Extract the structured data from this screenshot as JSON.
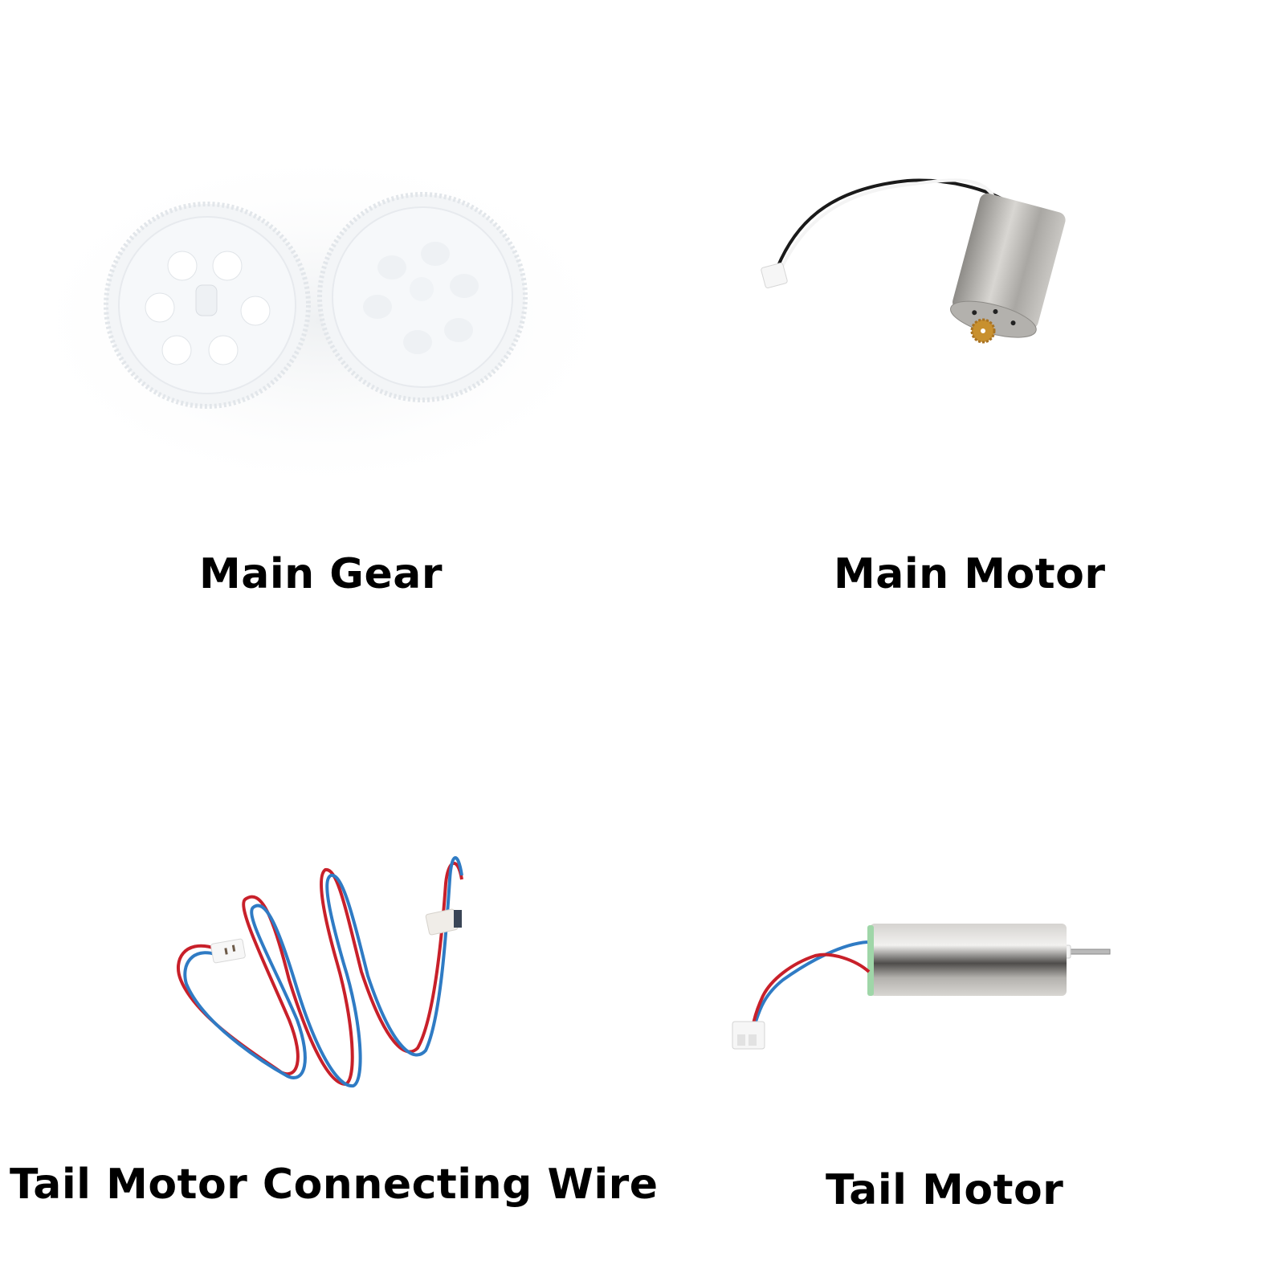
{
  "panels": [
    {
      "label": "Main Gear",
      "item": "main-gear",
      "description": "Two white plastic spur gears with six holes and center hub"
    },
    {
      "label": "Main Motor",
      "item": "main-motor",
      "description": "Silver cylindrical motor with brass pinion gear, black and white wires to white connector"
    },
    {
      "label": "Tail Motor Connecting Wire",
      "item": "tail-motor-connecting-wire",
      "description": "Red and blue twisted wire with white connectors on both ends"
    },
    {
      "label": "Tail Motor",
      "item": "tail-motor",
      "description": "Silver cylindrical coreless motor with green end cap, red and blue wires to white connector"
    }
  ],
  "colors": {
    "background": "#ffffff",
    "gear": "#f4f6f8",
    "metal": "#b9b9b7",
    "brass": "#c8902e",
    "wire_red": "#c8202a",
    "wire_blue": "#2f7bc4",
    "wire_black": "#1a1a1a",
    "end_cap_green": "#9fd6a8"
  }
}
